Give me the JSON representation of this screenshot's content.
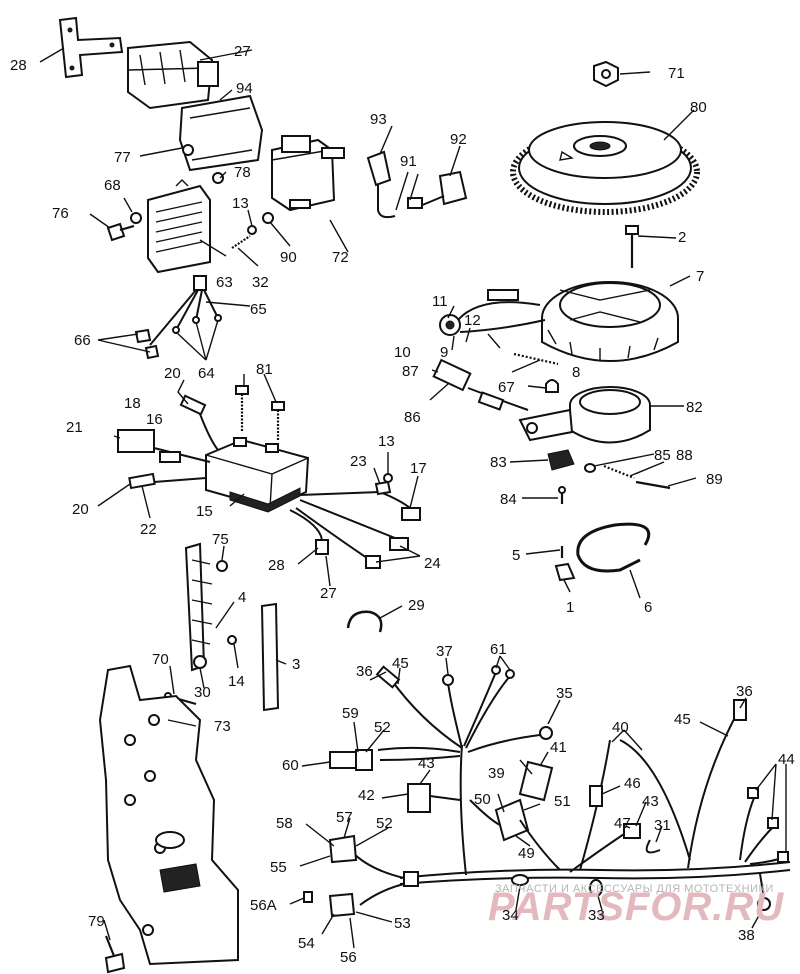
{
  "watermark": {
    "line1": "ЗАПЧАСТИ И АКСЕССУАРЫ ДЛЯ МОТОТЕХНИКИ",
    "line2": "PARTSFOR.RU"
  },
  "labels": {
    "n1": "1",
    "n2": "2",
    "n3": "3",
    "n4": "4",
    "n5": "5",
    "n6": "6",
    "n7": "7",
    "n8": "8",
    "n9": "9",
    "n10": "10",
    "n11": "11",
    "n12": "12",
    "n13a": "13",
    "n13b": "13",
    "n14": "14",
    "n15": "15",
    "n16": "16",
    "n17": "17",
    "n18": "18",
    "n20a": "20",
    "n20b": "20",
    "n21": "21",
    "n22": "22",
    "n23": "23",
    "n24": "24",
    "n27a": "27",
    "n27b": "27",
    "n28a": "28",
    "n28b": "28",
    "n29": "29",
    "n30": "30",
    "n31": "31",
    "n32": "32",
    "n33": "33",
    "n34": "34",
    "n35": "35",
    "n36a": "36",
    "n36b": "36",
    "n37": "37",
    "n38": "38",
    "n39": "39",
    "n40": "40",
    "n41": "41",
    "n42": "42",
    "n43a": "43",
    "n43b": "43",
    "n44": "44",
    "n45a": "45",
    "n45b": "45",
    "n46": "46",
    "n47": "47",
    "n49": "49",
    "n50": "50",
    "n51": "51",
    "n52a": "52",
    "n52b": "52",
    "n53": "53",
    "n54": "54",
    "n55": "55",
    "n56": "56",
    "n56A": "56A",
    "n57": "57",
    "n58": "58",
    "n59": "59",
    "n60": "60",
    "n61": "61",
    "n63": "63",
    "n64": "64",
    "n65": "65",
    "n66": "66",
    "n67": "67",
    "n68": "68",
    "n70": "70",
    "n71": "71",
    "n72": "72",
    "n73": "73",
    "n75": "75",
    "n76": "76",
    "n77": "77",
    "n78": "78",
    "n79": "79",
    "n80": "80",
    "n81": "81",
    "n82": "82",
    "n83": "83",
    "n84": "84",
    "n85": "85",
    "n86": "86",
    "n87": "87",
    "n88": "88",
    "n89": "89",
    "n90": "90",
    "n91": "91",
    "n92": "92",
    "n93": "93",
    "n94": "94"
  }
}
